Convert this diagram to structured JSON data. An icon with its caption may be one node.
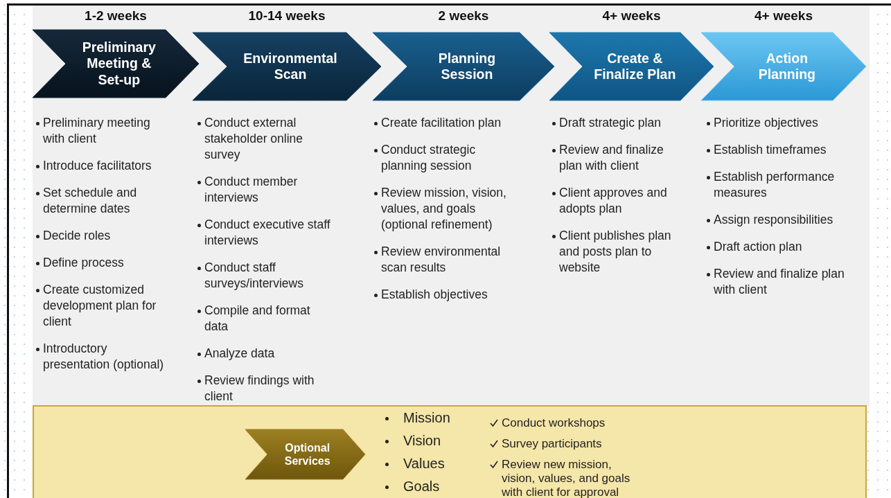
{
  "diagram": {
    "nodes": [
      {
        "text": [
          "Preliminary Meeting & Set-up"
        ],
        "beside": [
          "1-2 weeks"
        ]
      },
      {
        "text": [
          "Environmental Scan"
        ],
        "beside": [
          "10-14 weeks"
        ]
      },
      {
        "text": [
          "Planning Session"
        ],
        "beside": [
          "2 weeks"
        ]
      },
      {
        "text": [
          "Create & Finalize Plan"
        ],
        "beside": [
          "4+ weeks"
        ]
      },
      {
        "text": [
          "Action Planning"
        ],
        "beside": [
          "4+ weeks"
        ]
      },
      {
        "text": [],
        "shape": "box"
      },
      {
        "text": [
          "Optional Services"
        ],
        "in": 5
      }
    ],
    "labels": [
      "Preliminary meeting with client",
      "Introduce facilitators",
      "Set schedule and determine dates",
      "Decide roles",
      "Define process",
      "Create customized development plan for client",
      "Introductory presentation (optional)",
      "Conduct external stakeholder online survey",
      "Conduct member interviews",
      "Conduct executive staff interviews",
      "Conduct staff surveys/interviews",
      "Compile and format data",
      "Analyze data",
      "Review findings with client",
      "Create facilitation plan",
      "Conduct strategic planning session",
      "Review mission, vision, values, and goals (optional refinement)",
      "Review environmental scan results",
      "Establish objectives",
      "Draft strategic plan",
      "Review and finalize plan with client",
      "Client approves and adopts plan",
      "Client publishes plan and posts plan to website",
      "Prioritize objectives",
      "Establish timeframes",
      "Establish performance measures",
      "Assign responsibilities",
      "Draft action plan",
      "Review and finalize plan with client",
      "Mission",
      "Vision",
      "Values",
      "Goals",
      "Conduct workshops",
      "Survey participants",
      "Review new mission, vision, values, and goals with client for approval"
    ]
  }
}
